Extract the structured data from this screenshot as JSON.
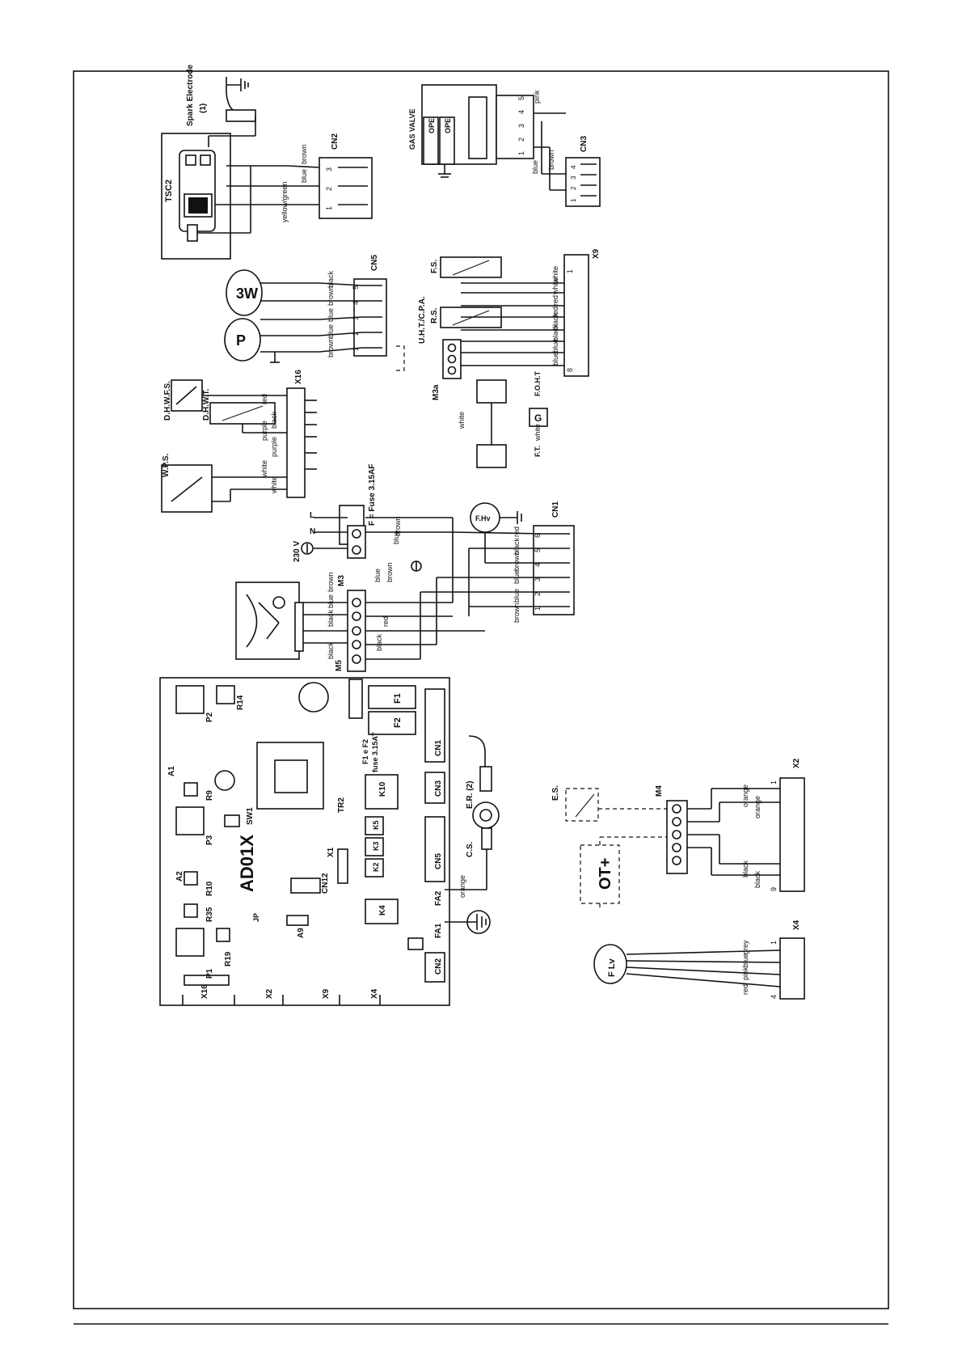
{
  "labels": {
    "spark_electrode": "Spark Electrode",
    "spark_index": "(1)",
    "tsc2": "TSC2",
    "gas_valve": "GAS VALVE",
    "ope": "OPE",
    "cn1": "CN1",
    "cn2": "CN2",
    "cn3": "CN3",
    "cn5": "CN5",
    "x2": "X2",
    "x4": "X4",
    "x9": "X9",
    "x16": "X16",
    "pump": "P",
    "valve3w": "3W",
    "dhwfs": "D.H.W.F.S.",
    "dhwt": "D.H.W.T.",
    "wps": "W.P.S.",
    "fuse_f": "F = Fuse 3.15AF",
    "v230": "230 V",
    "n": "N",
    "l": "L",
    "m3": "M3",
    "m3a": "M3a",
    "m4": "M4",
    "m5": "M5",
    "fan": "F.Hv",
    "flv": "F Lv",
    "fs": "F.S.",
    "rs": "R.S.",
    "uht": "U.H.T./C.P.A.",
    "foht": "F.O.H.T",
    "ft": "F.T.",
    "g": "G",
    "es": "E.S.",
    "ot": "OT+",
    "board": "AD01X",
    "f1": "F1",
    "f2": "F2",
    "f1f2": "F1 e F2",
    "f1f2_fuse": "fuse 3.15AT",
    "er": "E.R. (2)",
    "cs": "C.S.",
    "fa1": "FA1",
    "fa2": "FA2",
    "k2": "K2",
    "k3": "K3",
    "k4": "K4",
    "k5": "K5",
    "k10": "K10",
    "tr2": "TR2",
    "sw1": "SW1",
    "x1": "X1",
    "cn12": "CN12",
    "a1": "A1",
    "a2": "A2",
    "a9": "A9",
    "p1": "P1",
    "p2": "P2",
    "p3": "P3",
    "r9": "R9",
    "r10": "R10",
    "r14": "R14",
    "r19": "R19",
    "r35": "R35",
    "jp": "JP",
    "x16b": "X16",
    "x2b": "X2",
    "x9b": "X9",
    "x4b": "X4"
  },
  "wires": {
    "cn2": [
      "yellow/green",
      "blue",
      "brown"
    ],
    "cn2_pins": [
      "1",
      "2",
      "3"
    ],
    "cn5": [
      "brown",
      "blue",
      "blue",
      "brown",
      "black"
    ],
    "cn5_pins": [
      "1",
      "2",
      "3",
      "4",
      "5"
    ],
    "x16": [
      "white",
      "white",
      "purple",
      "purple",
      "black",
      "red"
    ],
    "x9": [
      "white",
      "white",
      "red",
      "red",
      "black",
      "black",
      "blue",
      "blue"
    ],
    "x9_end": [
      "1",
      "8"
    ],
    "cn1": [
      "brown",
      "blue",
      "blue",
      "brown",
      "black",
      "red"
    ],
    "cn1_pins": [
      "1",
      "2",
      "3",
      "4",
      "5",
      "6"
    ],
    "m5": [
      "black",
      "black",
      "blue",
      "brown"
    ],
    "m5_right": [
      "black",
      "red"
    ],
    "m3": [
      "blue",
      "blue",
      "brown"
    ],
    "m3_mid": [
      "blue",
      "brown"
    ],
    "cn3": [
      "blue",
      "brown"
    ],
    "cn3_pins": [
      "1",
      "2",
      "3",
      "4"
    ],
    "gv_pins": [
      "1",
      "2",
      "3",
      "4",
      "5"
    ],
    "gv_pink": "pink",
    "x2": [
      "orange",
      "orange",
      "black",
      "black"
    ],
    "x2_end": [
      "1",
      "9"
    ],
    "x4": [
      "grey",
      "blue",
      "pink",
      "red"
    ],
    "x4_end": [
      "1",
      "4"
    ],
    "fa2_wire": "orange",
    "foht_wire": "white",
    "ft_wire": "white"
  }
}
